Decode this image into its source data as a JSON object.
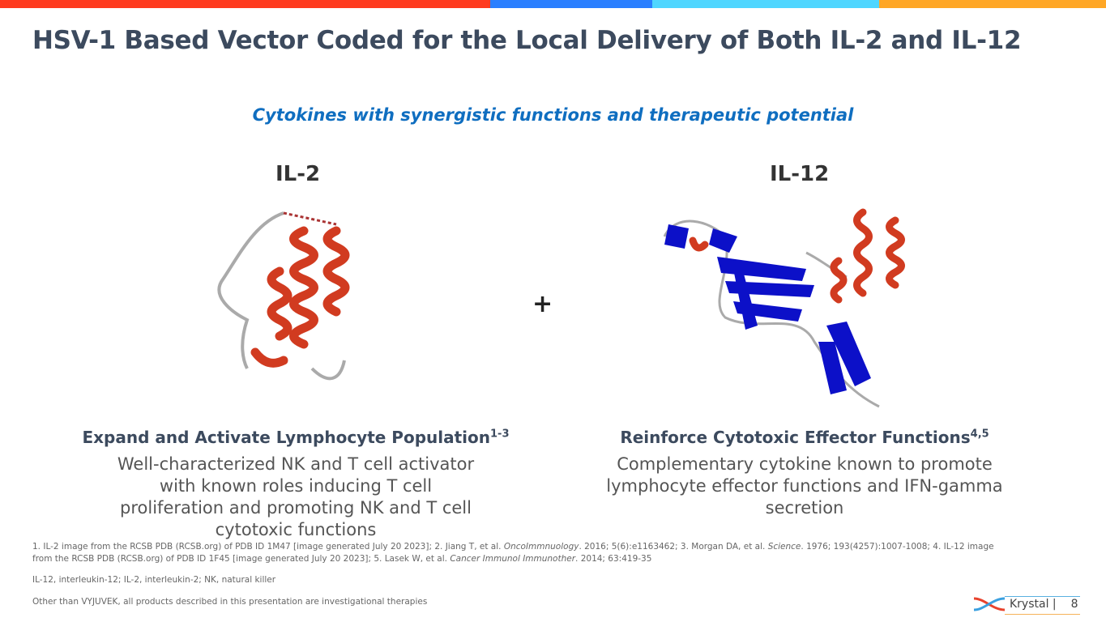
{
  "colors": {
    "bar": [
      "#ff3b1f",
      "#2a7fff",
      "#4fd6ff",
      "#ffa726"
    ],
    "helix": "#d13b20",
    "sheet": "#0c10c8"
  },
  "title": "HSV-1 Based Vector Coded for the Local Delivery of Both IL-2 and IL-12",
  "subtitle": "Cytokines with synergistic functions and therapeutic potential",
  "left": {
    "label": "IL-2",
    "heading": "Expand and Activate Lymphocyte Population",
    "sup": "1-3",
    "body": "Well-characterized NK and T cell activator with known roles inducing T cell proliferation and promoting NK and T cell cytotoxic functions"
  },
  "plus": "+",
  "right": {
    "label": "IL-12",
    "heading": "Reinforce Cytotoxic Effector Functions",
    "sup": "4,5",
    "body": "Complementary cytokine known to promote lymphocyte effector functions and IFN-gamma secretion"
  },
  "footnotes": {
    "ref_a": "1. IL-2 image from the RCSB PDB (RCSB.org) of PDB ID 1M47 [image generated July 20 2023]; 2. Jiang T, et al. ",
    "ref_b": "OncoImmnuology",
    "ref_c": ". 2016; 5(6):e1163462; 3. Morgan DA, et al. ",
    "ref_d": "Science",
    "ref_e": ". 1976; 193(4257):1007-1008; 4. IL-12 image from the RCSB PDB (RCSB.org) of PDB ID 1F45 [image generated July 20 2023]; 5. Lasek W, et al. ",
    "ref_f": "Cancer Immunol Immunother",
    "ref_g": ". 2014; 63:419-35",
    "abbrev": "IL-12, interleukin-12; IL-2, interleukin-2; NK, natural killer",
    "disclaimer": "Other than VYJUVEK, all products described in this presentation are investigational therapies"
  },
  "logo": {
    "name": "Krystal |",
    "page": "8"
  }
}
